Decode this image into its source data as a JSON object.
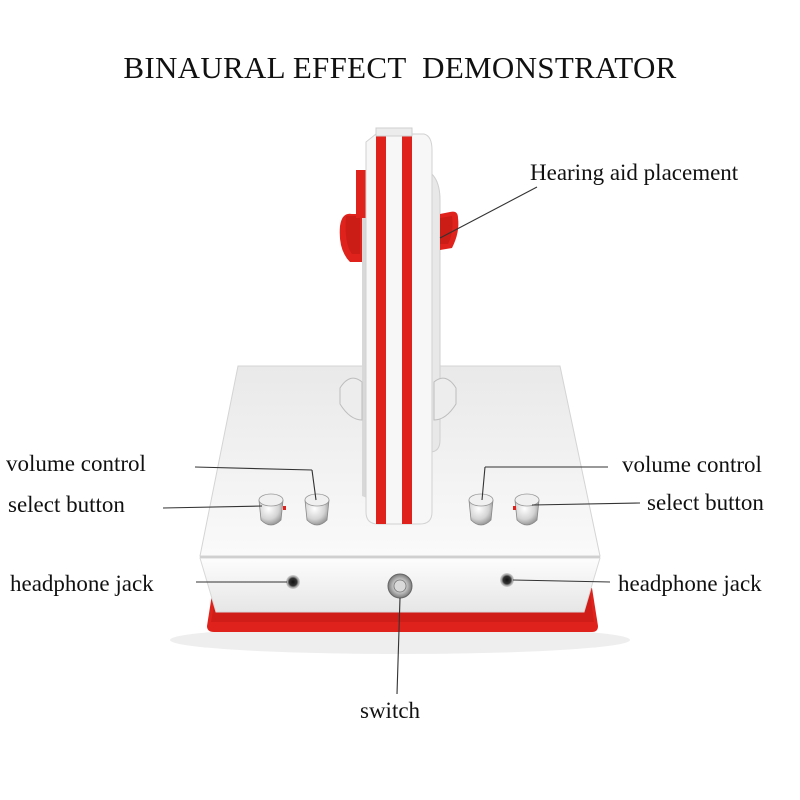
{
  "title": "BINAURAL EFFECT  DEMONSTRATOR",
  "labels": {
    "hearing_aid_placement": "Hearing aid placement",
    "volume_control_left": "volume control",
    "select_button_left": "select button",
    "headphone_jack_left": "headphone jack",
    "volume_control_right": "volume control",
    "select_button_right": "select button",
    "headphone_jack_right": "headphone jack",
    "switch": "switch"
  },
  "colors": {
    "accent_red": "#e0221c",
    "device_white": "#f4f4f4",
    "leader_line": "#333333"
  }
}
